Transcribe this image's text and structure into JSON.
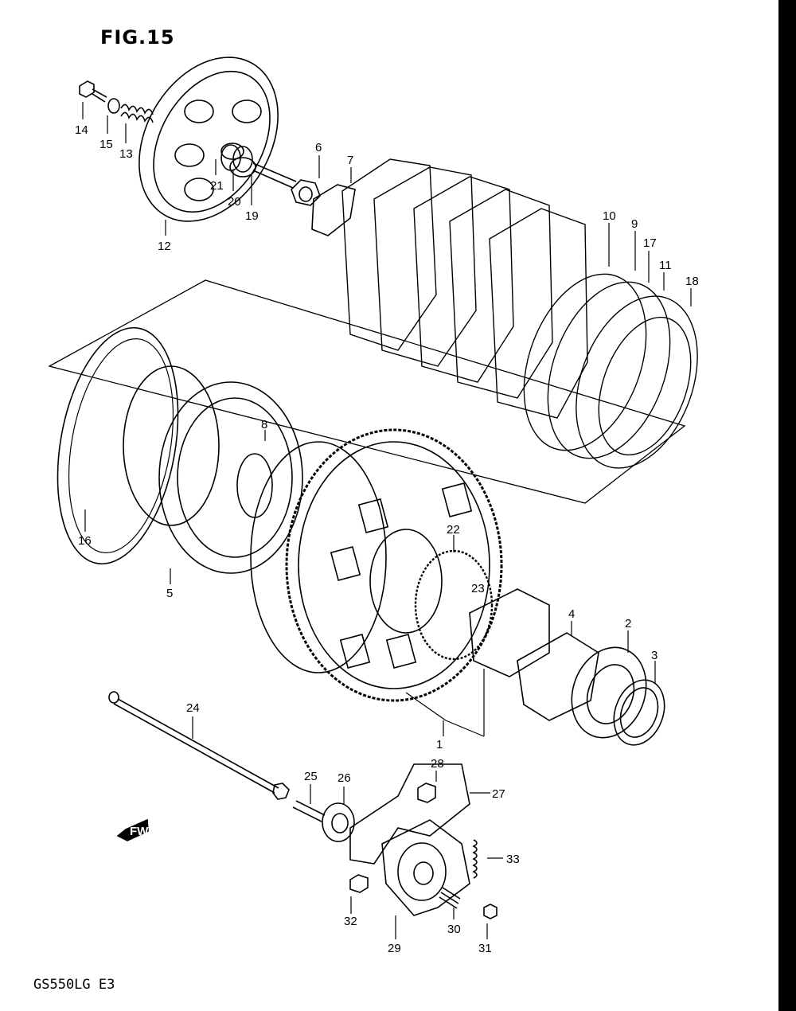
{
  "figure": {
    "title": "FIG.15",
    "model": "GS550LG E3"
  },
  "fwd_label": "FWD",
  "callouts": [
    "1",
    "2",
    "3",
    "4",
    "5",
    "6",
    "7",
    "8",
    "9",
    "10",
    "11",
    "12",
    "13",
    "14",
    "15",
    "16",
    "17",
    "18",
    "19",
    "20",
    "21",
    "22",
    "23",
    "24",
    "25",
    "26",
    "27",
    "28",
    "29",
    "30",
    "31",
    "32",
    "33"
  ]
}
